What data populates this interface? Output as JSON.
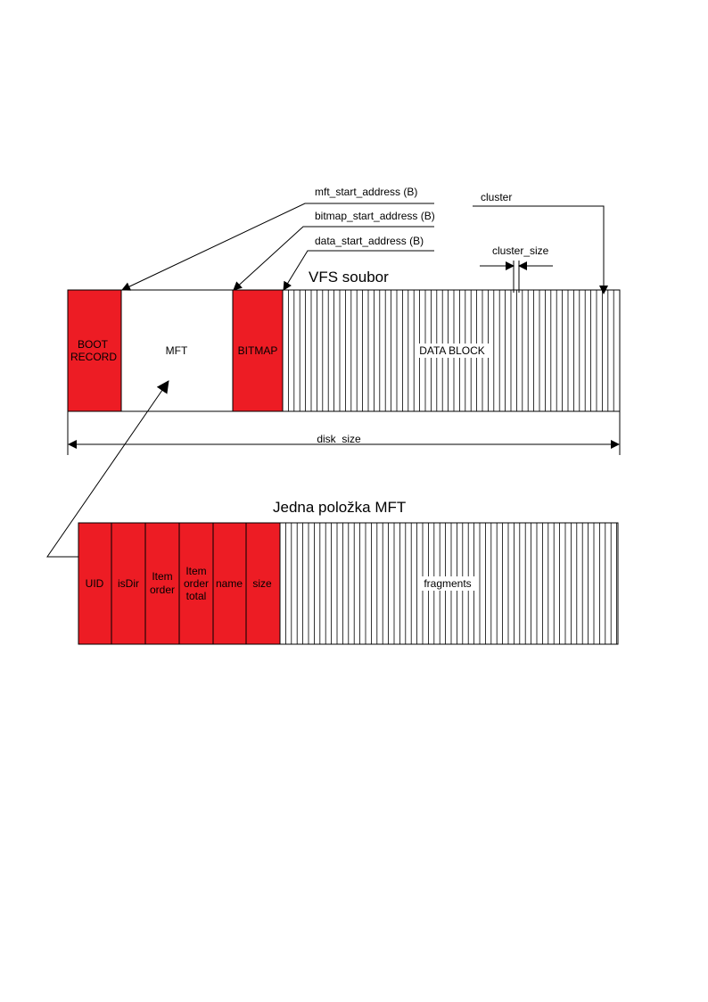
{
  "annotations": {
    "mft_start": "mft_start_address (B)",
    "bitmap_start": "bitmap_start_address (B)",
    "data_start": "data_start_address (B)",
    "cluster": "cluster",
    "cluster_size": "cluster_size",
    "disk_size": "disk_size"
  },
  "vfs": {
    "title": "VFS soubor",
    "boot_line1": "BOOT",
    "boot_line2": "RECORD",
    "mft": "MFT",
    "bitmap": "BITMAP",
    "data_block": "DATA BLOCK"
  },
  "mft_entry": {
    "title": "Jedna položka MFT",
    "uid": "UID",
    "is_dir": "isDir",
    "item_order_line1": "Item",
    "item_order_line2": "order",
    "item_order_total_line1": "Item",
    "item_order_total_line2": "order",
    "item_order_total_line3": "total",
    "name": "name",
    "size": "size",
    "fragments": "fragments"
  },
  "colors": {
    "red_block": "#ed1c24",
    "line": "#000000"
  }
}
